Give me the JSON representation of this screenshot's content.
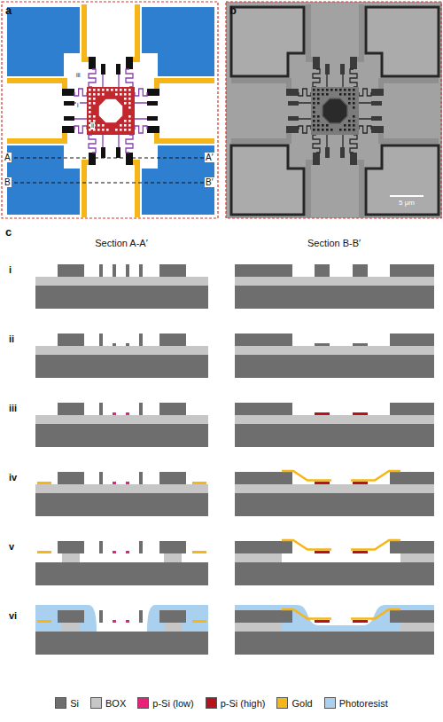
{
  "diagram": {
    "labels": [
      "a",
      "b",
      "A",
      "A′",
      "B",
      "B′",
      "i",
      "ii",
      "iii",
      "5 μm",
      "c",
      "Section A-A′",
      "Section B-B′",
      "i",
      "ii",
      "iii",
      "iv",
      "v",
      "vi"
    ],
    "legend": [
      {
        "text": "Si",
        "color": "#6e6e6e"
      },
      {
        "text": "BOX",
        "color": "#c6c6c6"
      },
      {
        "text": "p-Si (low)",
        "color": "#e8217a"
      },
      {
        "text": "p-Si (high)",
        "color": "#b5121b"
      },
      {
        "text": "Gold",
        "color": "#f6b619"
      },
      {
        "text": "Photoresist",
        "color": "#a9d0ee"
      }
    ]
  }
}
